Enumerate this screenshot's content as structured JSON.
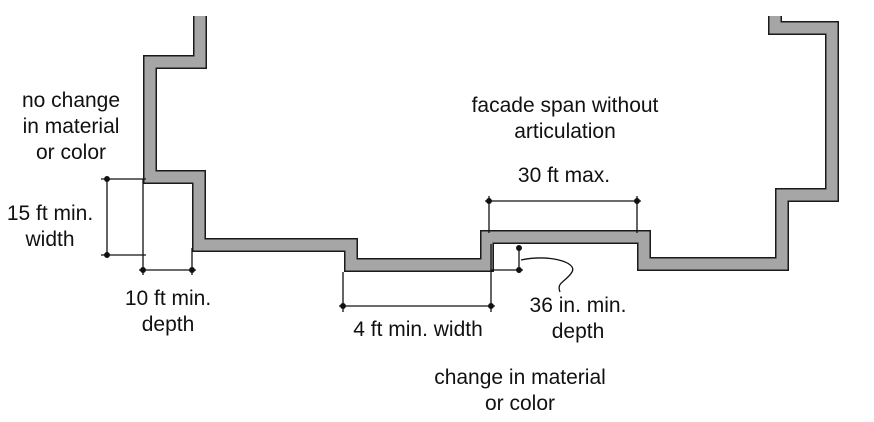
{
  "colors": {
    "wall_fill": "#a6a6a6",
    "wall_edge": "#1a1a1a",
    "dimension_line": "#111111",
    "text": "#111111",
    "background": "#ffffff"
  },
  "labels": {
    "no_change": [
      "no change",
      "in material",
      "or color"
    ],
    "facade_span": [
      "facade span without",
      "articulation"
    ],
    "max_span": "30 ft max.",
    "min_width_15": [
      "15 ft min.",
      "width"
    ],
    "min_depth_10": [
      "10 ft min.",
      "depth"
    ],
    "min_width_4": "4 ft min. width",
    "min_depth_36": [
      "36 in. min.",
      "depth"
    ],
    "change_material": [
      "change in material",
      "or color"
    ]
  }
}
